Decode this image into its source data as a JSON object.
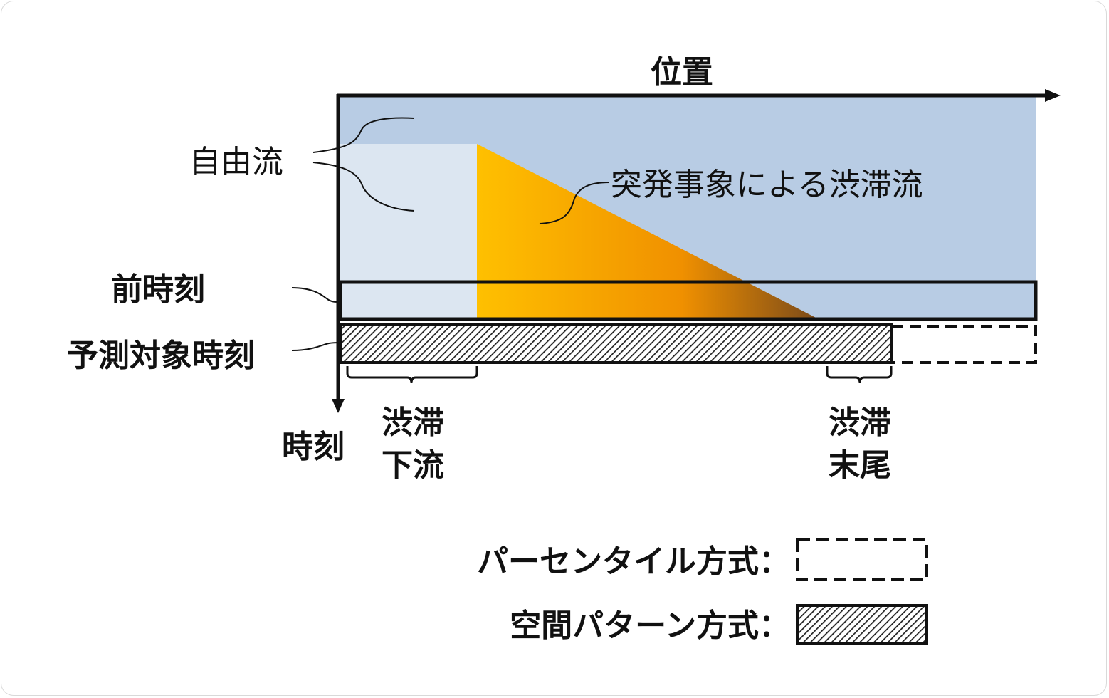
{
  "axes": {
    "x_label": "位置",
    "y_label": "時刻"
  },
  "labels": {
    "free_flow": "自由流",
    "incident_congestion": "突発事象による渋滞流",
    "previous_time": "前時刻",
    "target_time": "予測対象時刻",
    "congestion_downstream_line1": "渋滞",
    "congestion_downstream_line2": "下流",
    "congestion_tail_line1": "渋滞",
    "congestion_tail_line2": "末尾"
  },
  "legend": {
    "percentile": "パーセンタイル方式：",
    "spatial_pattern": "空間パターン方式："
  },
  "colors": {
    "free_flow_dark": "#b8cce4",
    "free_flow_light": "#dce6f1",
    "congestion_start": "#ffc000",
    "congestion_mid": "#f09000",
    "congestion_end": "#7a4a1a",
    "outline": "#111111"
  }
}
